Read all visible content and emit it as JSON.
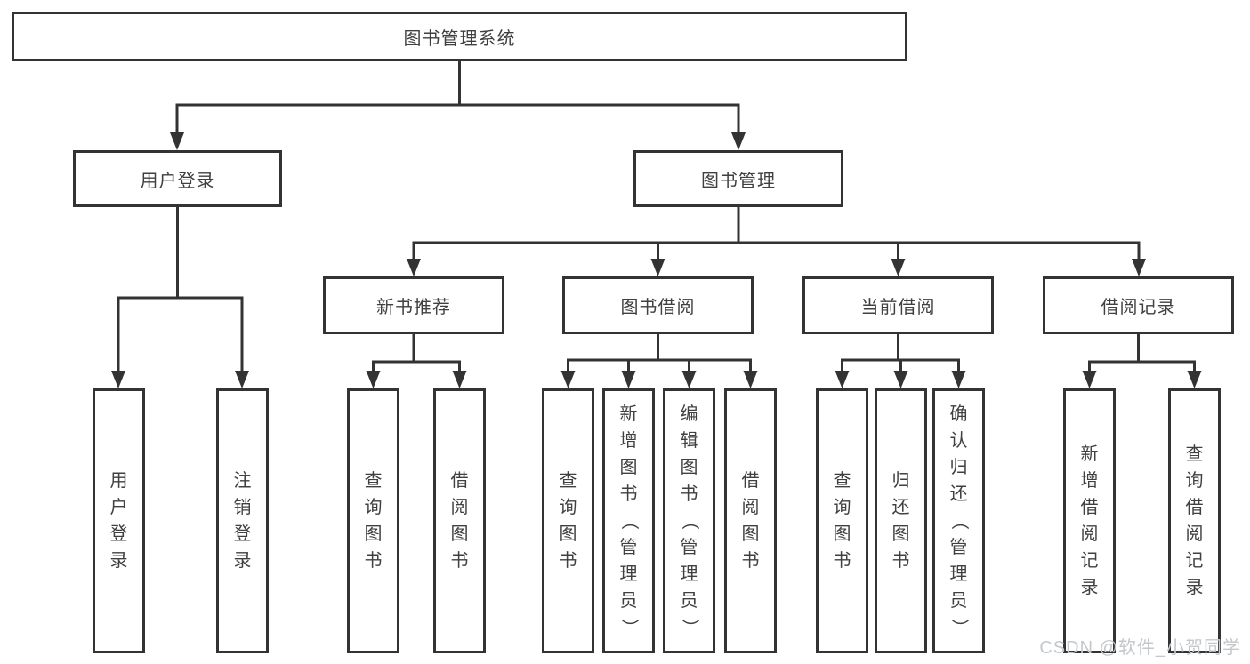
{
  "colors": {
    "line": "#333333",
    "box_border": "#333333",
    "text": "#404040",
    "background": "#ffffff",
    "watermark": "#c4c8cc"
  },
  "watermark": {
    "text": "CSDN @软件_小贺同学"
  },
  "tree": {
    "root": {
      "label": "图书管理系统",
      "children": [
        {
          "label": "用户登录",
          "children": [
            {
              "label": "用户登录"
            },
            {
              "label": "注销登录"
            }
          ]
        },
        {
          "label": "图书管理",
          "children": [
            {
              "label": "新书推荐",
              "children": [
                {
                  "label": "查询图书"
                },
                {
                  "label": "借阅图书"
                }
              ]
            },
            {
              "label": "图书借阅",
              "children": [
                {
                  "label": "查询图书"
                },
                {
                  "label": "新增图书（管理员）"
                },
                {
                  "label": "编辑图书（管理员）"
                },
                {
                  "label": "借阅图书"
                }
              ]
            },
            {
              "label": "当前借阅",
              "children": [
                {
                  "label": "查询图书"
                },
                {
                  "label": "归还图书"
                },
                {
                  "label": "确认归还（管理员）"
                }
              ]
            },
            {
              "label": "借阅记录",
              "children": [
                {
                  "label": "新增借阅记录"
                },
                {
                  "label": "查询借阅记录"
                }
              ]
            }
          ]
        }
      ]
    }
  }
}
